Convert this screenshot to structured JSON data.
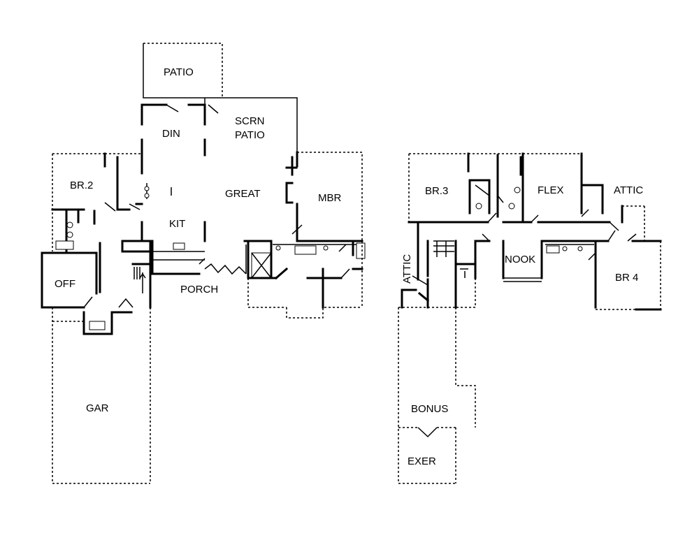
{
  "rooms": {
    "patio": "PATIO",
    "din": "DIN",
    "scrn_patio_1": "SCRN",
    "scrn_patio_2": "PATIO",
    "great": "GREAT",
    "mbr": "MBR",
    "br2": "BR.2",
    "kit": "KIT",
    "off": "OFF",
    "porch": "PORCH",
    "gar": "GAR",
    "br3": "BR.3",
    "flex": "FLEX",
    "attic_right": "ATTIC",
    "attic_left": "ATTIC",
    "nook": "NOOK",
    "br4": "BR 4",
    "bonus": "BONUS",
    "exer": "EXER"
  }
}
